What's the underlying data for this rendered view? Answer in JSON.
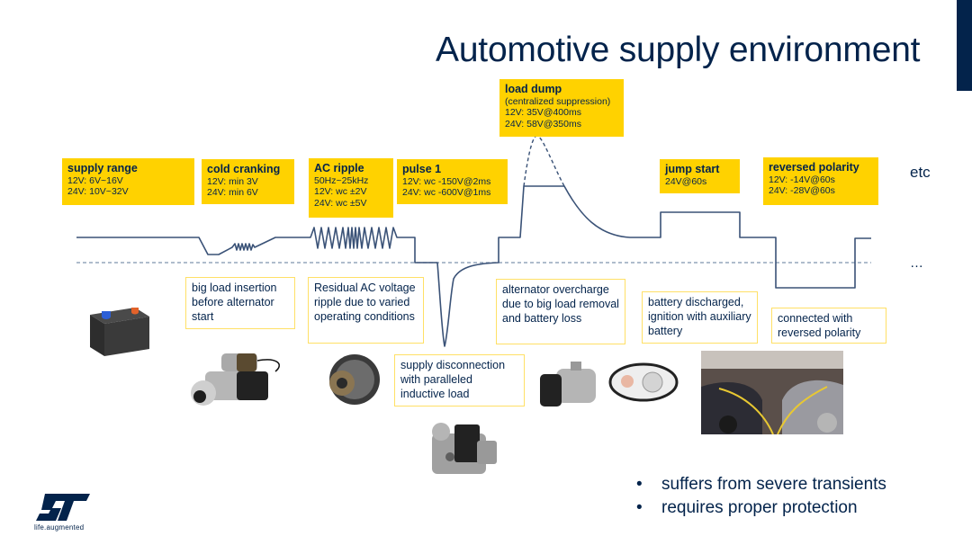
{
  "title": "Automotive supply environment",
  "conditions": [
    {
      "name": "supply range",
      "lines": [
        "12V: 6V~16V",
        "24V: 10V~32V"
      ]
    },
    {
      "name": "cold cranking",
      "lines": [
        "12V: min 3V",
        "24V: min 6V"
      ]
    },
    {
      "name": "AC ripple",
      "lines": [
        "50Hz~25kHz",
        "12V:  wc ±2V",
        "24V:  wc ±5V"
      ]
    },
    {
      "name": "pulse 1",
      "lines": [
        "12V:  wc -150V@2ms",
        "24V:  wc -600V@1ms"
      ]
    },
    {
      "name": "load dump",
      "lines": [
        "(centralized suppression)",
        "12V: 35V@400ms",
        "24V: 58V@350ms"
      ]
    },
    {
      "name": "jump start",
      "lines": [
        "24V@60s"
      ]
    },
    {
      "name": "reversed polarity",
      "lines": [
        "12V:  -14V@60s",
        "24V:  -28V@60s"
      ]
    }
  ],
  "descriptions": [
    "big load insertion before alternator start",
    "Residual AC voltage ripple due to varied operating conditions",
    "supply disconnection with paralleled inductive load",
    "alternator overcharge due to big load removal and battery loss",
    "battery discharged, ignition with auxiliary battery",
    "connected with reversed polarity"
  ],
  "etc_label": "etc",
  "ellipsis": "…",
  "images": [
    "car-battery",
    "starter-motor",
    "alternator",
    "solenoid-valve",
    "ac-compressor",
    "headlamp",
    "jump-start-cars"
  ],
  "bullets": [
    "suffers from severe transients",
    "requires proper protection"
  ],
  "logo": {
    "brand": "ST",
    "tagline": "life.augmented"
  },
  "colors": {
    "navy": "#03234b",
    "yellow": "#ffd200",
    "wave": "#3a5277"
  }
}
